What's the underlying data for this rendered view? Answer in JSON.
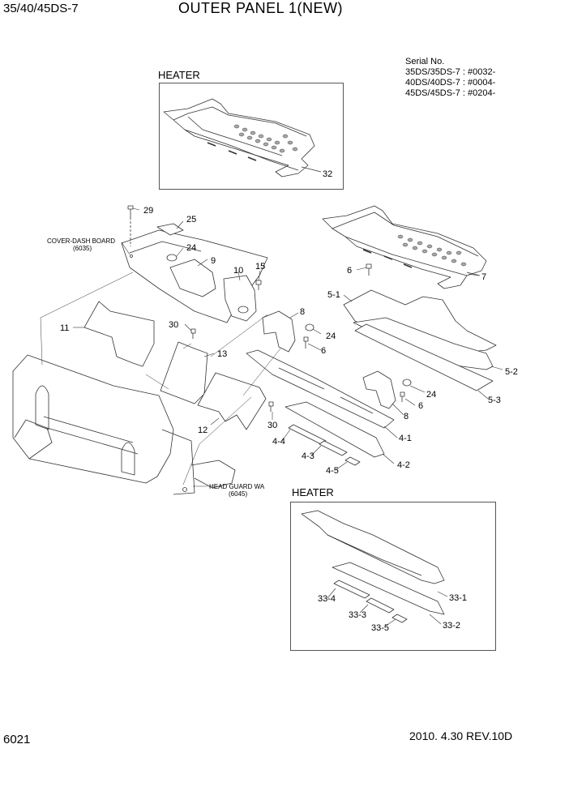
{
  "header": {
    "model": "35/40/45DS-7",
    "title": "OUTER PANEL 1(NEW)"
  },
  "serial": {
    "heading": "Serial No.",
    "lines": [
      "35DS/35DS-7 : #0032-",
      "40DS/40DS-7 : #0004-",
      "45DS/45DS-7 : #0204-"
    ]
  },
  "insets": {
    "top_label": "HEATER",
    "bottom_label": "HEATER"
  },
  "references": {
    "cover_dash_board": "COVER-DASH BOARD",
    "cover_dash_board_no": "(6035)",
    "head_guard": "HEAD GUARD WA",
    "head_guard_no": "(6045)"
  },
  "callouts": {
    "c32": "32",
    "c29": "29",
    "c25": "25",
    "c24a": "24",
    "c9": "9",
    "c10": "10",
    "c15": "15",
    "c6a": "6",
    "c7": "7",
    "c5_1": "5-1",
    "c8a": "8",
    "c30a": "30",
    "c24b": "24",
    "c11": "11",
    "c6b": "6",
    "c13": "13",
    "c5_2": "5-2",
    "c24c": "24",
    "c6c": "6",
    "c5_3": "5-3",
    "c8b": "8",
    "c12": "12",
    "c30b": "30",
    "c4_1": "4-1",
    "c4_4": "4-4",
    "c4_3": "4-3",
    "c4_2": "4-2",
    "c4_5": "4-5",
    "c33_1": "33-1",
    "c33_4": "33-4",
    "c33_3": "33-3",
    "c33_2": "33-2",
    "c33_5": "33-5"
  },
  "footer": {
    "page_number": "6021",
    "revision": "2010. 4.30  REV.10D"
  }
}
